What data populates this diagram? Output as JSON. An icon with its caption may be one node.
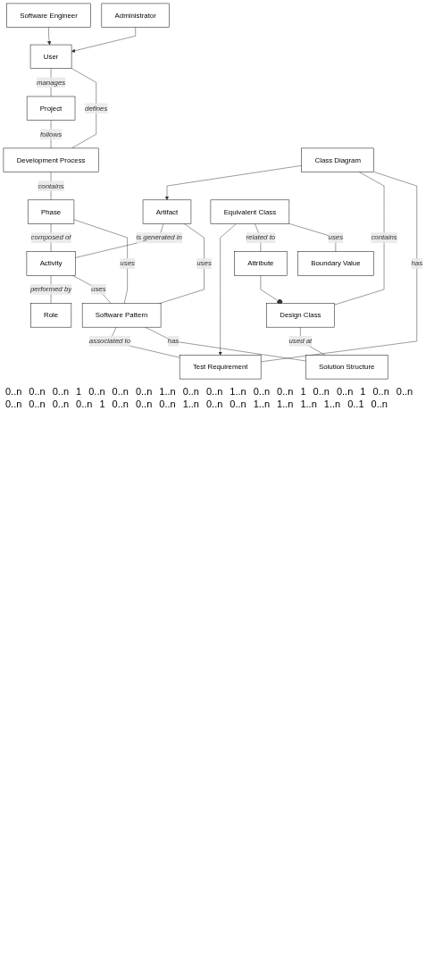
{
  "diagram": {
    "nodes": [
      {
        "text": [
          "Project"
        ]
      },
      {
        "text": [
          "User"
        ]
      },
      {
        "text": [
          "Development Process"
        ]
      },
      {
        "text": [
          "Software Engineer"
        ]
      },
      {
        "text": [
          "Administrator"
        ]
      },
      {
        "text": [
          "Phase"
        ]
      },
      {
        "text": [
          "Artifact"
        ]
      },
      {
        "text": [
          "Activity"
        ]
      },
      {
        "text": [
          "Role"
        ]
      },
      {
        "text": [
          "Class Diagram"
        ]
      },
      {
        "text": [
          "Software Pattern"
        ]
      },
      {
        "text": [
          "Test Requirement"
        ]
      },
      {
        "text": [
          "Design Class"
        ]
      },
      {
        "text": [
          "Equivalent Class"
        ]
      },
      {
        "text": [
          "Attribute"
        ]
      },
      {
        "text": [
          "Boundary Value"
        ]
      },
      {
        "text": [
          "Solution Structure"
        ]
      }
    ],
    "edges": [
      {
        "from": 1,
        "to": 0,
        "arrow": "none",
        "label": "manages"
      },
      {
        "from": 0,
        "to": 2,
        "arrow": "none",
        "label": "follows"
      },
      {
        "from": 1,
        "to": 2,
        "arrow": "none",
        "label": "defines"
      },
      {
        "from": 3,
        "to": 1,
        "arrow": "to"
      },
      {
        "from": 4,
        "to": 1,
        "arrow": "to"
      },
      {
        "from": 2,
        "to": 5,
        "arrow": "none",
        "label": "contains"
      },
      {
        "from": 5,
        "to": 7,
        "arrow": "none",
        "label": "composed of"
      },
      {
        "from": 6,
        "to": 7,
        "arrow": "none",
        "label": "is generated in"
      },
      {
        "from": 7,
        "to": 8,
        "arrow": "none",
        "label": "performed by"
      },
      {
        "from": 5,
        "to": 10,
        "arrow": "none",
        "label": "uses"
      },
      {
        "from": 7,
        "to": 10,
        "arrow": "none",
        "label": "uses"
      },
      {
        "from": 9,
        "to": 6,
        "arrow": "to"
      },
      {
        "from": 6,
        "to": 10,
        "arrow": "none",
        "label": "uses"
      },
      {
        "from": 9,
        "to": 12,
        "arrow": "none",
        "label": "contains"
      },
      {
        "from": 9,
        "to": 11,
        "arrow": "none",
        "label": "has"
      },
      {
        "from": 10,
        "to": 11,
        "arrow": "none",
        "label": "associated to"
      },
      {
        "from": 10,
        "to": 16,
        "arrow": "none",
        "label": "has"
      },
      {
        "from": 13,
        "to": 11,
        "arrow": "to"
      },
      {
        "from": 14,
        "to": 12,
        "arrow": "other"
      },
      {
        "from": 13,
        "to": 14,
        "arrow": "none",
        "label": "related to"
      },
      {
        "from": 13,
        "to": 15,
        "arrow": "none",
        "label": "uses"
      },
      {
        "from": 12,
        "to": 16,
        "arrow": "none",
        "label": "used at"
      }
    ],
    "labels": [
      "0..n",
      "0..n",
      "0..n",
      "1",
      "0..n",
      "0..n",
      "0..n",
      "1..n",
      "0..n",
      "0..n",
      "1..n",
      "0..n",
      "0..n",
      "1",
      "0..n",
      "0..n",
      "1",
      "0..n",
      "0..n",
      "0..n",
      "0..n",
      "0..n",
      "0..n",
      "1",
      "0..n",
      "0..n",
      "0..n",
      "1..n",
      "0..n",
      "0..n",
      "1..n",
      "1..n",
      "1..n",
      "1..n",
      "0..1",
      "0..n"
    ]
  }
}
